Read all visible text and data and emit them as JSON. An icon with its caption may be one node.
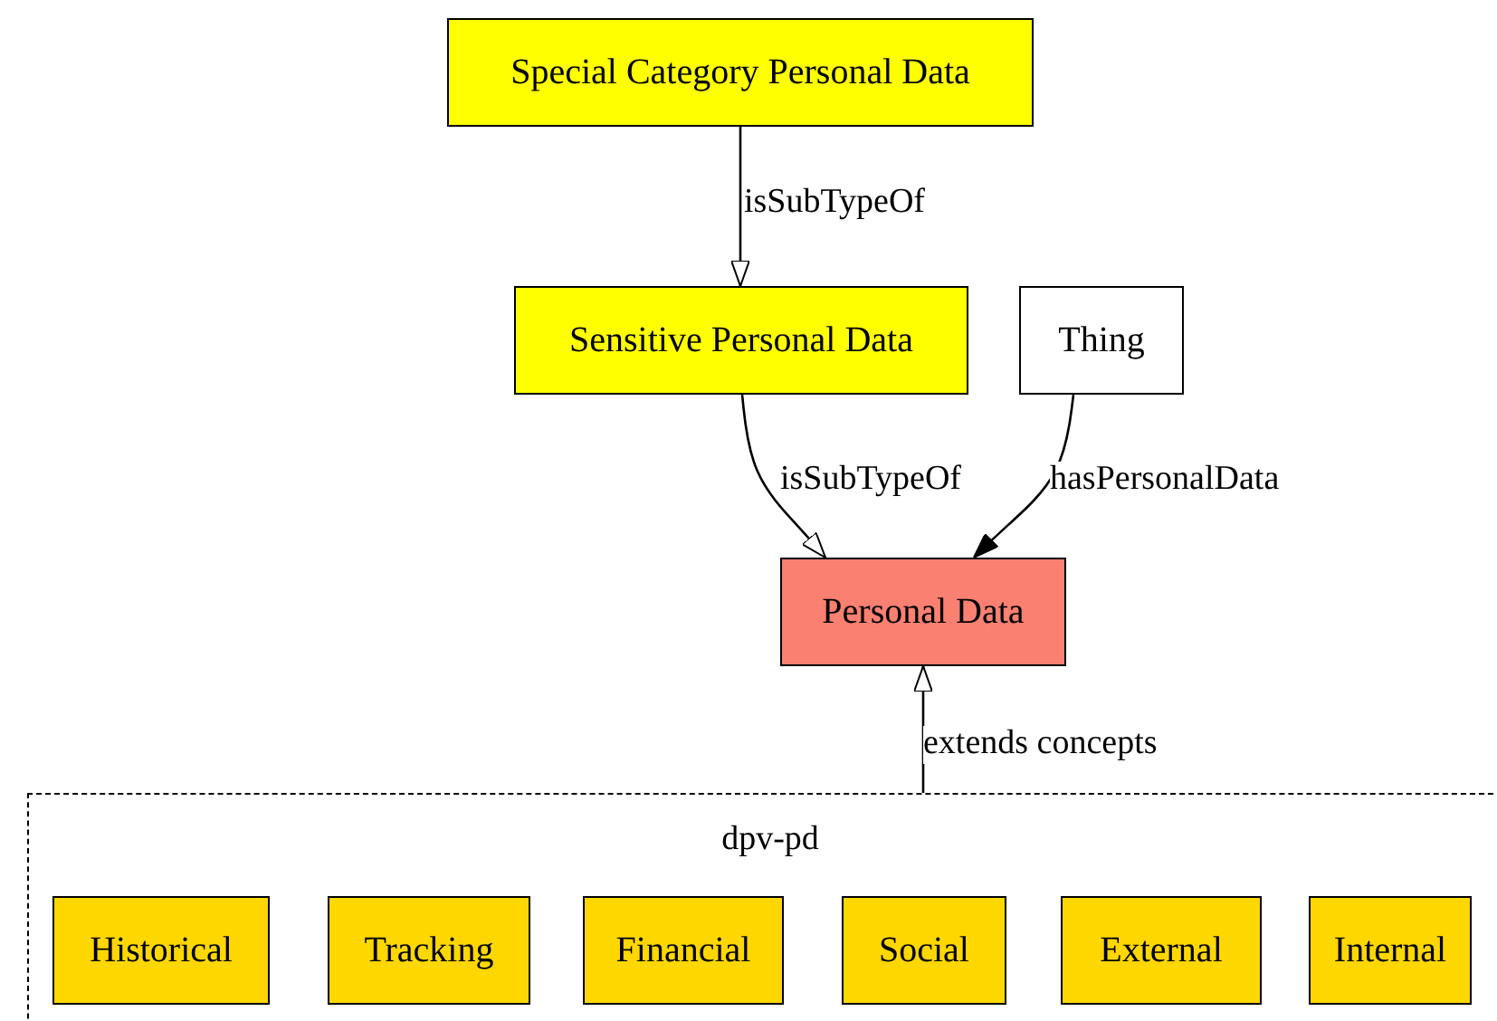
{
  "diagram": {
    "nodes": [
      {
        "text": [
          "Special Category Personal Data"
        ]
      },
      {
        "text": [
          "Sensitive Personal Data"
        ]
      },
      {
        "text": [
          "Thing"
        ]
      },
      {
        "text": [
          "Personal Data"
        ]
      },
      {
        "text": [
          "dpv-pd"
        ]
      },
      {
        "text": [
          "Historical"
        ],
        "in": 4
      },
      {
        "text": [
          "Tracking"
        ],
        "in": 4
      },
      {
        "text": [
          "Financial"
        ],
        "in": 4
      },
      {
        "text": [
          "Social"
        ],
        "in": 4
      },
      {
        "text": [
          "External"
        ],
        "in": 4
      },
      {
        "text": [
          "Internal"
        ],
        "in": 4
      }
    ],
    "edges": [
      {
        "from": 0,
        "to": 1,
        "arrow": "to",
        "label": "isSubTypeOf"
      },
      {
        "from": 1,
        "to": 3,
        "arrow": "to",
        "label": "isSubTypeOf"
      },
      {
        "from": 2,
        "to": 3,
        "arrow": "to",
        "label": "hasPersonalData"
      },
      {
        "from": 4,
        "to": 3,
        "arrow": "to",
        "label": "extends concepts"
      }
    ]
  }
}
